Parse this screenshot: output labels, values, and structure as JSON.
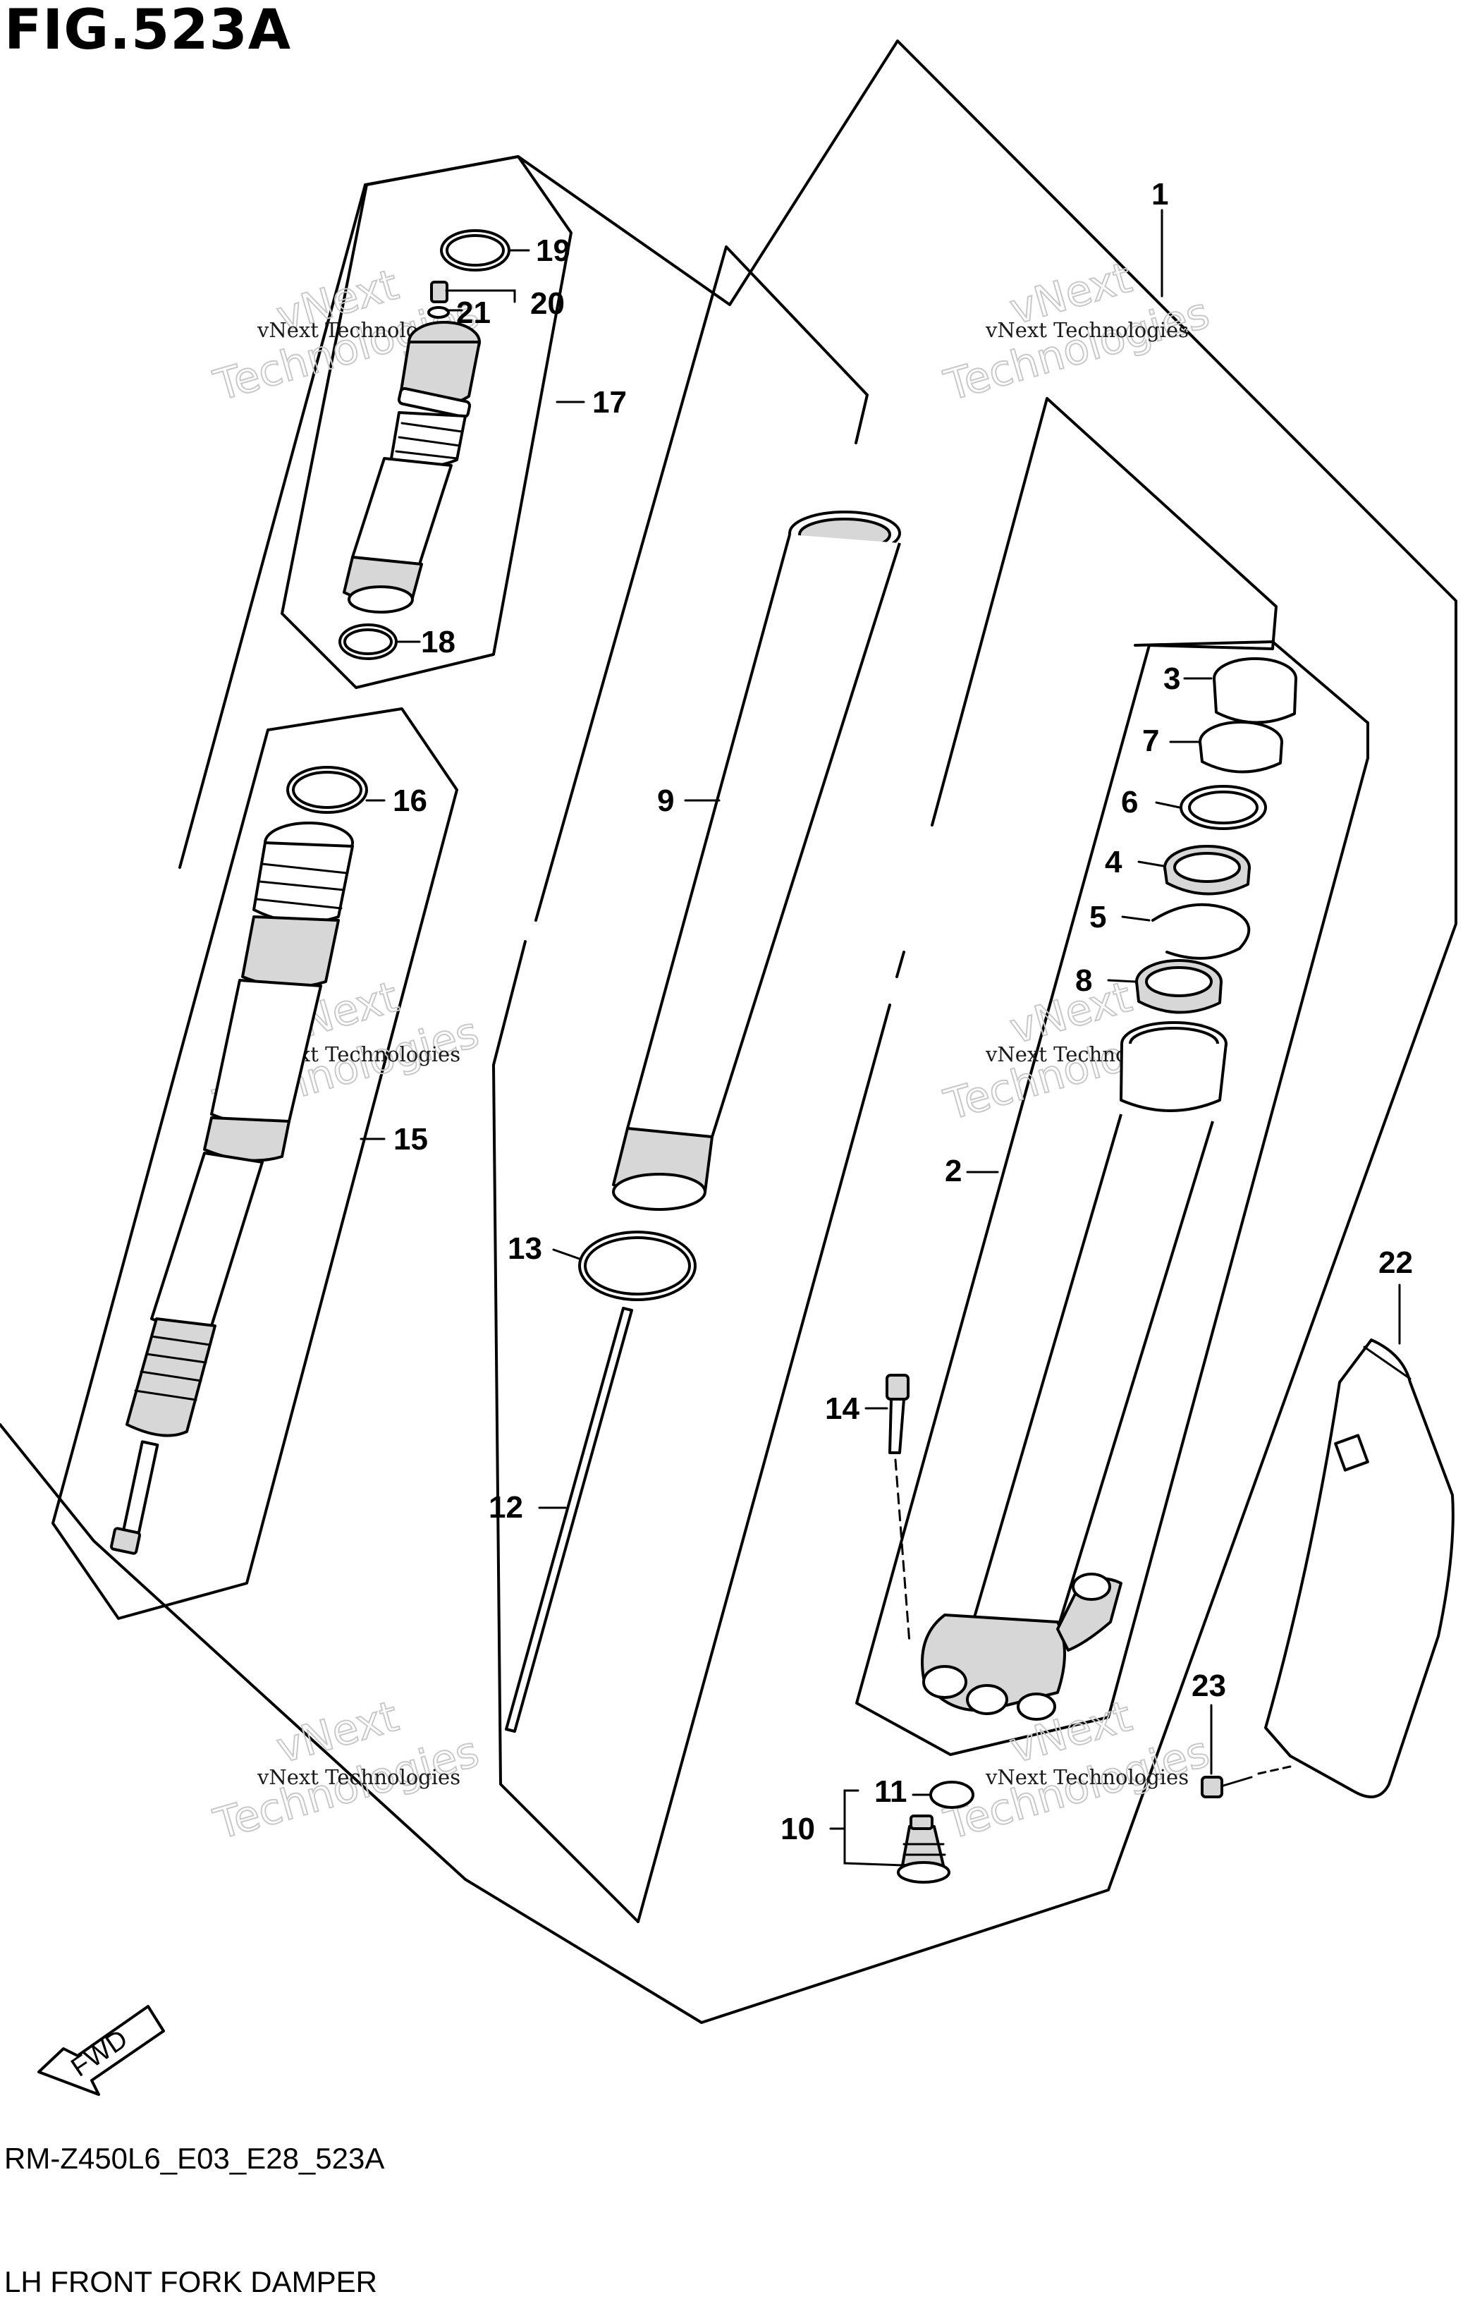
{
  "figure_title": "FIG.523A",
  "footer": {
    "model_code": "RM-Z450L6_E03_E28_523A",
    "caption": "LH FRONT FORK DAMPER"
  },
  "watermark": {
    "line1": "vNext Technologies",
    "line2": "vNext",
    "line3": "Technologies"
  },
  "fwd_label": "FWD",
  "callouts": [
    "1",
    "2",
    "3",
    "4",
    "5",
    "6",
    "7",
    "8",
    "9",
    "10",
    "11",
    "12",
    "13",
    "14",
    "15",
    "16",
    "17",
    "18",
    "19",
    "20",
    "21",
    "22",
    "23"
  ]
}
